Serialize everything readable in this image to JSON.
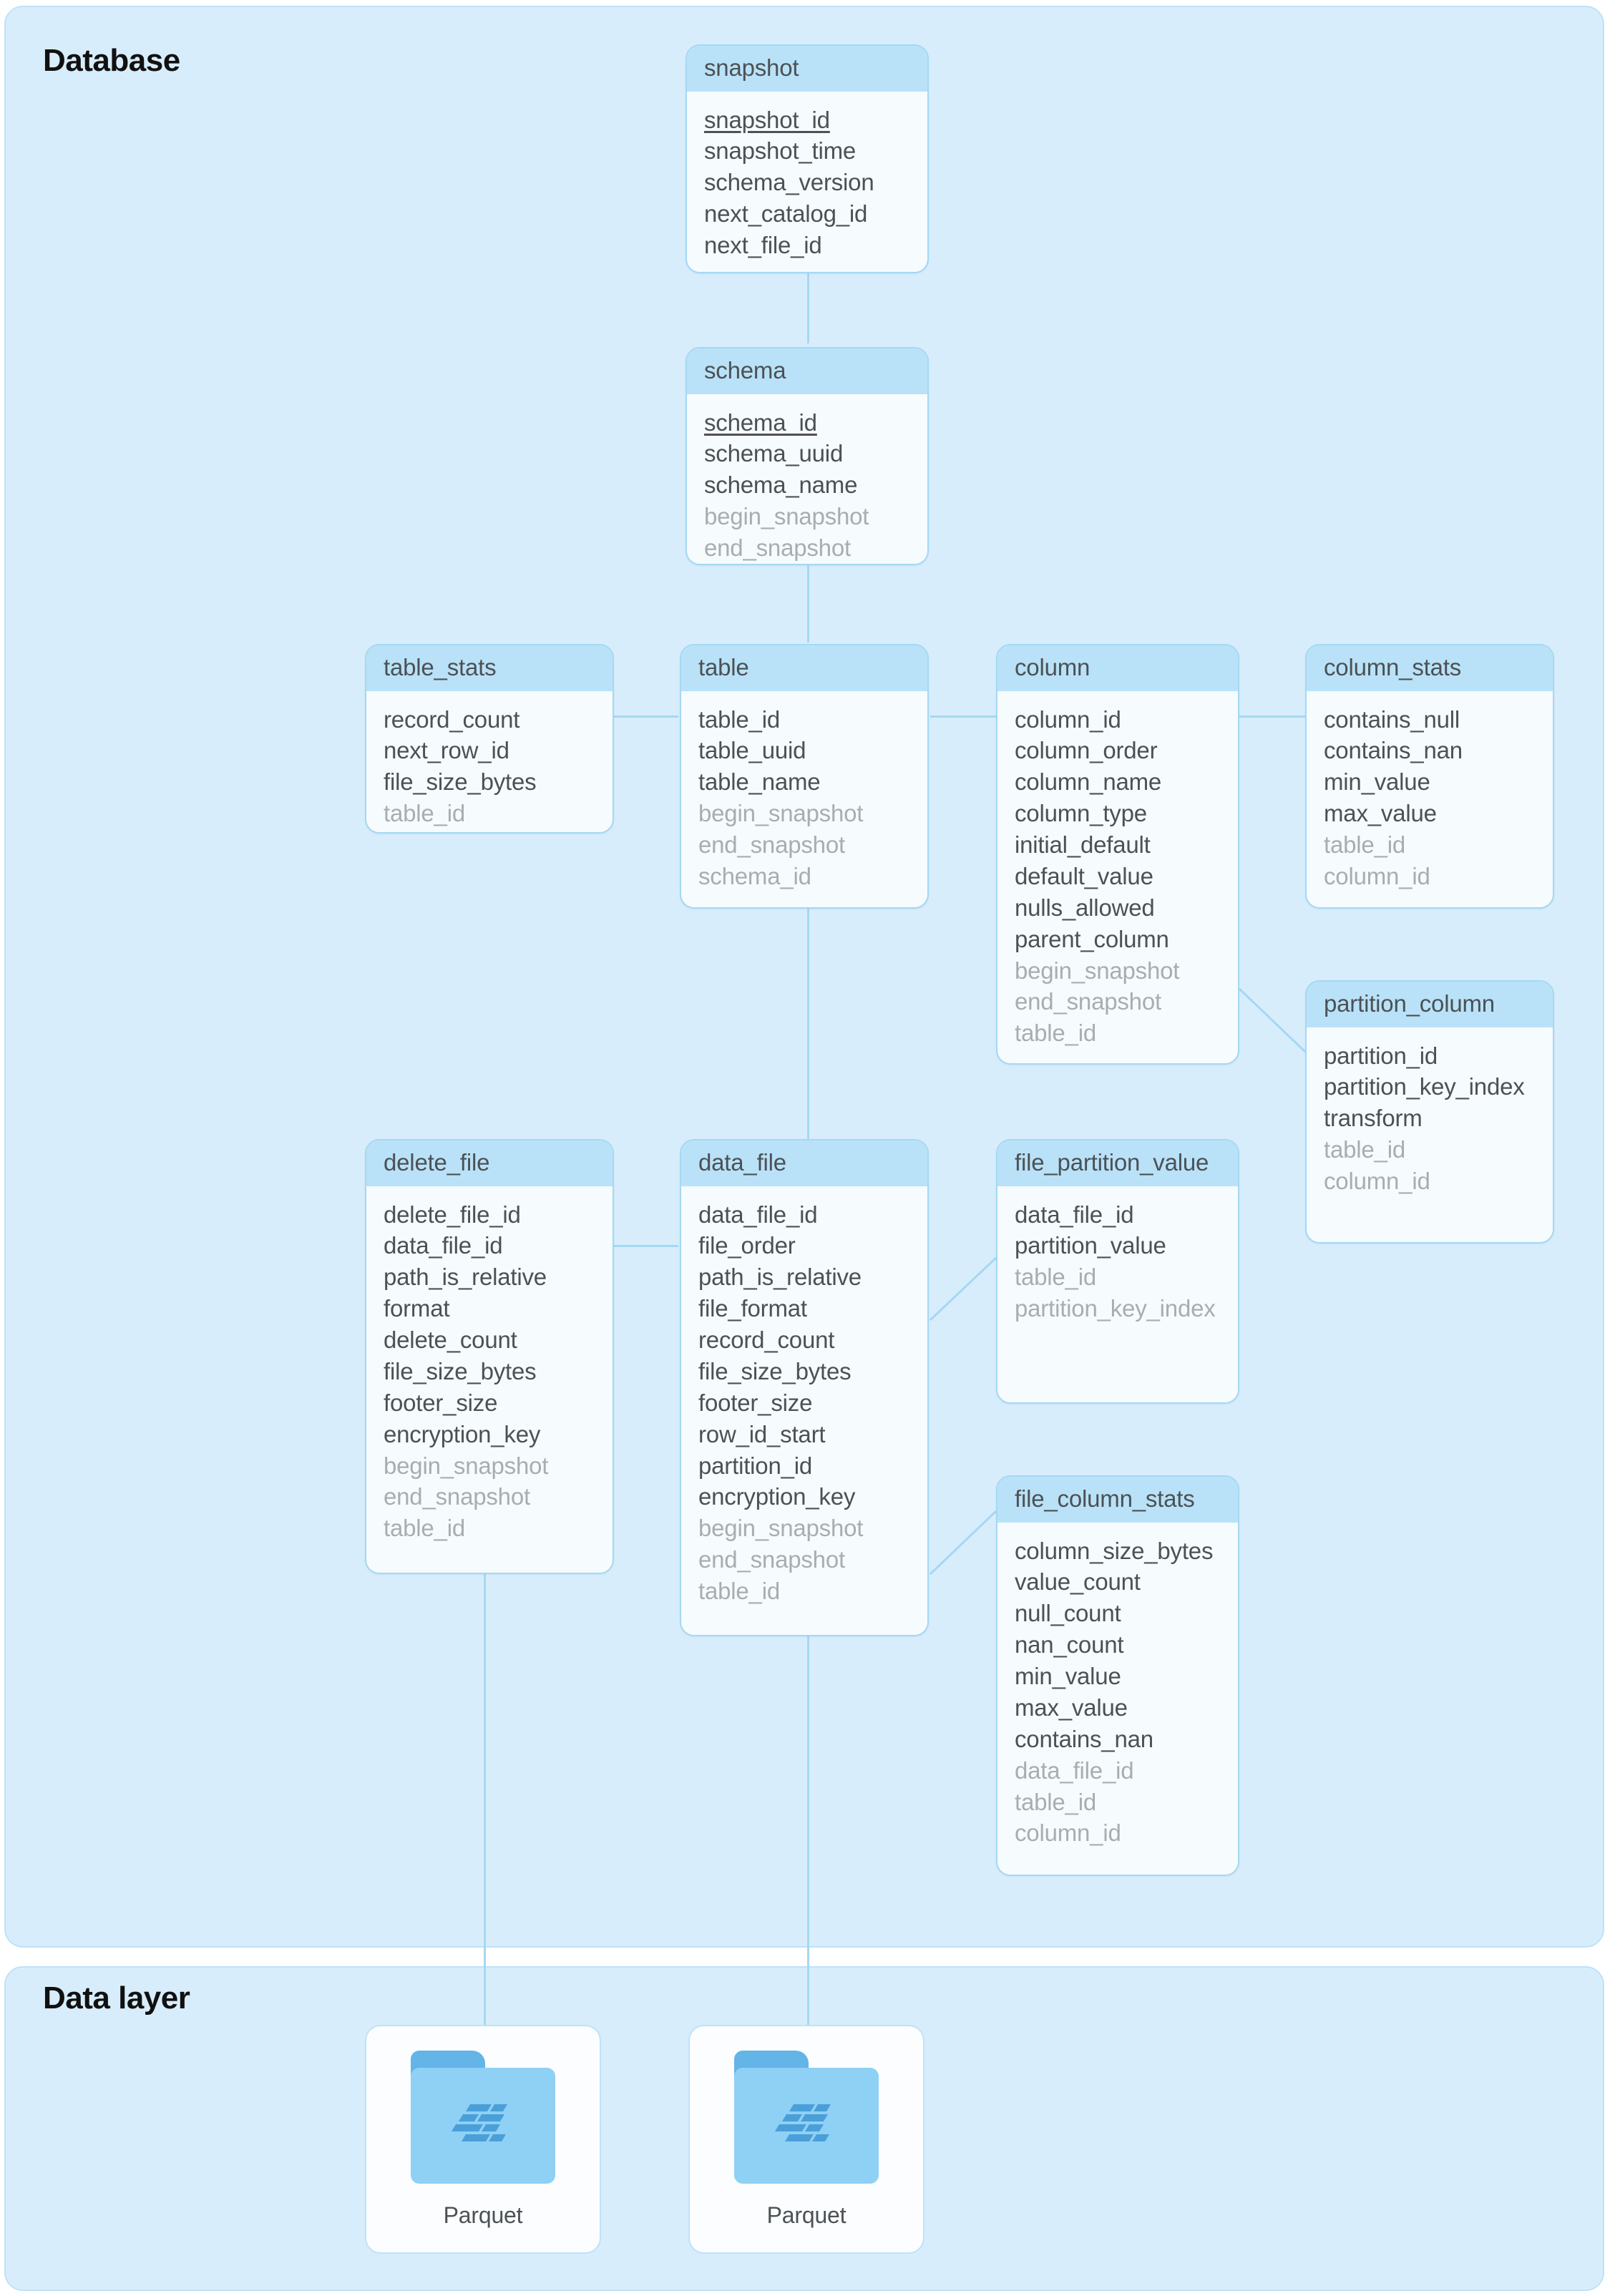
{
  "diagram": {
    "type": "entity-relationship-diagram",
    "groups": [
      {
        "id": "database",
        "title": "Database"
      },
      {
        "id": "data-layer",
        "title": "Data layer"
      }
    ]
  },
  "colors": {
    "group_background": "#d8edfb",
    "group_border": "#bfe2f7",
    "entity_background": "#f6fbfe",
    "entity_border": "#a5d8f3",
    "entity_header": "#b9e2f8",
    "connector": "#a5d8f3",
    "text": "#4c5155",
    "foreign_key_text": "#a9adb1",
    "folder_tab": "#63b5e8",
    "folder_body": "#8fd0f5",
    "folder_logo": "#4a9fd8"
  },
  "entities": {
    "snapshot": {
      "name": "snapshot",
      "fields": [
        {
          "name": "snapshot_id",
          "kind": "pk"
        },
        {
          "name": "snapshot_time",
          "kind": "attr"
        },
        {
          "name": "schema_version",
          "kind": "attr"
        },
        {
          "name": "next_catalog_id",
          "kind": "attr"
        },
        {
          "name": "next_file_id",
          "kind": "attr"
        }
      ]
    },
    "schema": {
      "name": "schema",
      "fields": [
        {
          "name": "schema_id",
          "kind": "pk"
        },
        {
          "name": "schema_uuid",
          "kind": "attr"
        },
        {
          "name": "schema_name",
          "kind": "attr"
        },
        {
          "name": "begin_snapshot",
          "kind": "fk"
        },
        {
          "name": "end_snapshot",
          "kind": "fk"
        }
      ]
    },
    "table_stats": {
      "name": "table_stats",
      "fields": [
        {
          "name": "record_count",
          "kind": "attr"
        },
        {
          "name": "next_row_id",
          "kind": "attr"
        },
        {
          "name": "file_size_bytes",
          "kind": "attr"
        },
        {
          "name": "table_id",
          "kind": "fk"
        }
      ]
    },
    "table": {
      "name": "table",
      "fields": [
        {
          "name": "table_id",
          "kind": "attr"
        },
        {
          "name": "table_uuid",
          "kind": "attr"
        },
        {
          "name": "table_name",
          "kind": "attr"
        },
        {
          "name": "begin_snapshot",
          "kind": "fk"
        },
        {
          "name": "end_snapshot",
          "kind": "fk"
        },
        {
          "name": "schema_id",
          "kind": "fk"
        }
      ]
    },
    "column": {
      "name": "column",
      "fields": [
        {
          "name": "column_id",
          "kind": "attr"
        },
        {
          "name": "column_order",
          "kind": "attr"
        },
        {
          "name": "column_name",
          "kind": "attr"
        },
        {
          "name": "column_type",
          "kind": "attr"
        },
        {
          "name": "initial_default",
          "kind": "attr"
        },
        {
          "name": "default_value",
          "kind": "attr"
        },
        {
          "name": "nulls_allowed",
          "kind": "attr"
        },
        {
          "name": "parent_column",
          "kind": "attr"
        },
        {
          "name": "begin_snapshot",
          "kind": "fk"
        },
        {
          "name": "end_snapshot",
          "kind": "fk"
        },
        {
          "name": "table_id",
          "kind": "fk"
        }
      ]
    },
    "column_stats": {
      "name": "column_stats",
      "fields": [
        {
          "name": "contains_null",
          "kind": "attr"
        },
        {
          "name": "contains_nan",
          "kind": "attr"
        },
        {
          "name": "min_value",
          "kind": "attr"
        },
        {
          "name": "max_value",
          "kind": "attr"
        },
        {
          "name": "table_id",
          "kind": "fk"
        },
        {
          "name": "column_id",
          "kind": "fk"
        }
      ]
    },
    "partition_column": {
      "name": "partition_column",
      "fields": [
        {
          "name": "partition_id",
          "kind": "attr"
        },
        {
          "name": "partition_key_index",
          "kind": "attr"
        },
        {
          "name": "transform",
          "kind": "attr"
        },
        {
          "name": "table_id",
          "kind": "fk"
        },
        {
          "name": "column_id",
          "kind": "fk"
        }
      ]
    },
    "delete_file": {
      "name": "delete_file",
      "fields": [
        {
          "name": "delete_file_id",
          "kind": "attr"
        },
        {
          "name": "data_file_id",
          "kind": "attr"
        },
        {
          "name": "path_is_relative",
          "kind": "attr"
        },
        {
          "name": "format",
          "kind": "attr"
        },
        {
          "name": "delete_count",
          "kind": "attr"
        },
        {
          "name": "file_size_bytes",
          "kind": "attr"
        },
        {
          "name": "footer_size",
          "kind": "attr"
        },
        {
          "name": "encryption_key",
          "kind": "attr"
        },
        {
          "name": "begin_snapshot",
          "kind": "fk"
        },
        {
          "name": "end_snapshot",
          "kind": "fk"
        },
        {
          "name": "table_id",
          "kind": "fk"
        }
      ]
    },
    "data_file": {
      "name": "data_file",
      "fields": [
        {
          "name": "data_file_id",
          "kind": "attr"
        },
        {
          "name": "file_order",
          "kind": "attr"
        },
        {
          "name": "path_is_relative",
          "kind": "attr"
        },
        {
          "name": "file_format",
          "kind": "attr"
        },
        {
          "name": "record_count",
          "kind": "attr"
        },
        {
          "name": "file_size_bytes",
          "kind": "attr"
        },
        {
          "name": "footer_size",
          "kind": "attr"
        },
        {
          "name": "row_id_start",
          "kind": "attr"
        },
        {
          "name": "partition_id",
          "kind": "attr"
        },
        {
          "name": "encryption_key",
          "kind": "attr"
        },
        {
          "name": "begin_snapshot",
          "kind": "fk"
        },
        {
          "name": "end_snapshot",
          "kind": "fk"
        },
        {
          "name": "table_id",
          "kind": "fk"
        }
      ]
    },
    "file_partition_value": {
      "name": "file_partition_value",
      "fields": [
        {
          "name": "data_file_id",
          "kind": "attr"
        },
        {
          "name": "partition_value",
          "kind": "attr"
        },
        {
          "name": "table_id",
          "kind": "fk"
        },
        {
          "name": "partition_key_index",
          "kind": "fk"
        }
      ]
    },
    "file_column_stats": {
      "name": "file_column_stats",
      "fields": [
        {
          "name": "column_size_bytes",
          "kind": "attr"
        },
        {
          "name": "value_count",
          "kind": "attr"
        },
        {
          "name": "null_count",
          "kind": "attr"
        },
        {
          "name": "nan_count",
          "kind": "attr"
        },
        {
          "name": "min_value",
          "kind": "attr"
        },
        {
          "name": "max_value",
          "kind": "attr"
        },
        {
          "name": "contains_nan",
          "kind": "attr"
        },
        {
          "name": "data_file_id",
          "kind": "fk"
        },
        {
          "name": "table_id",
          "kind": "fk"
        },
        {
          "name": "column_id",
          "kind": "fk"
        }
      ]
    }
  },
  "data_layer": {
    "files": [
      {
        "id": "parquet-1",
        "label": "Parquet",
        "icon": "parquet-folder-icon"
      },
      {
        "id": "parquet-2",
        "label": "Parquet",
        "icon": "parquet-folder-icon"
      }
    ]
  }
}
